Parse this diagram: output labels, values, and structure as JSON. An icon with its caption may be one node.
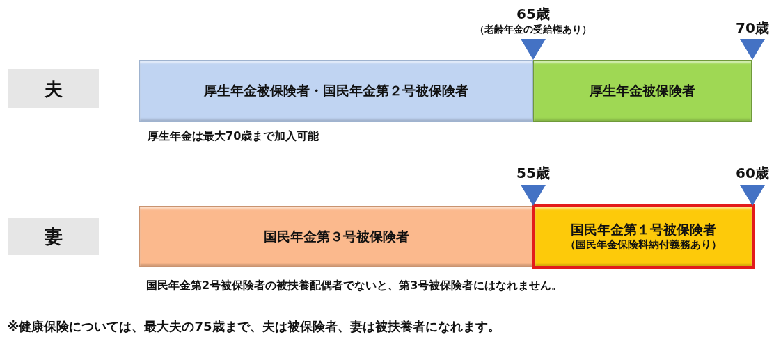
{
  "diagram": {
    "nodes": [
      {
        "text": [
          "夫"
        ]
      },
      {
        "text": [
          "厚生年金被保険者・国民年金第２号被保険者"
        ]
      },
      {
        "text": [
          "厚生年金被保険者"
        ]
      },
      {
        "text": [
          "妻"
        ]
      },
      {
        "text": [
          "国民年金第３号被保険者"
        ]
      },
      {
        "text": [
          "国民年金第１号被保険者",
          "（国民年金保険料納付義務あり）"
        ]
      }
    ],
    "labels": [
      "65歳",
      "（老齢年金の受給権あり）",
      "70歳",
      "厚生年金は最大70歳まで加入可能",
      "55歳",
      "60歳",
      "国民年金第2号被保険者の被扶養配偶者でないと、第3号被保険者にはなれません。",
      "※健康保険については、最大夫の75歳まで、夫は被保険者、妻は被扶養者になれます。"
    ]
  }
}
